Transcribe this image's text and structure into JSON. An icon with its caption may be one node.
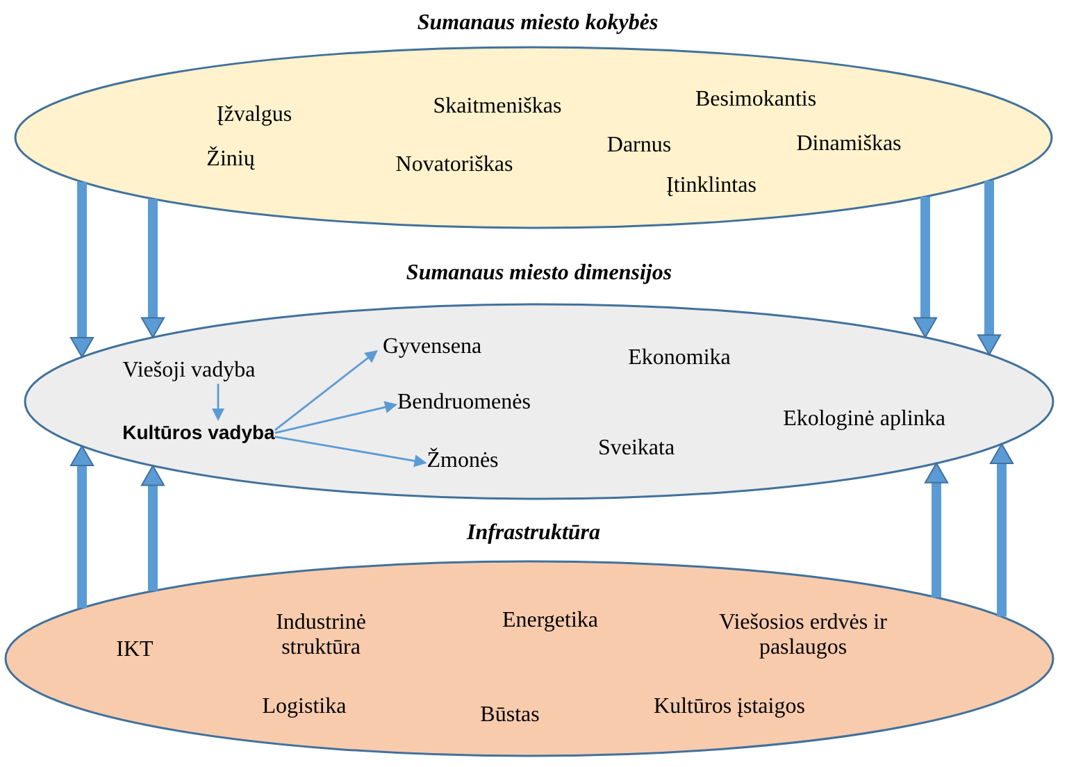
{
  "diagram": {
    "nodes": [
      {
        "text": [
          "Sumanaus miesto kokybės",
          "Įžvalgus",
          "Žinių",
          "Skaitmeniškas",
          "Novatoriškas",
          "Darnus",
          "Įtinklintas",
          "Besimokantis",
          "Dinamiškas"
        ]
      },
      {
        "text": [
          "Sumanaus miesto dimensijos",
          "Ekonomika",
          "Sveikata",
          "Ekologinė aplinka"
        ]
      },
      {
        "text": [
          "Viešoji vadyba"
        ],
        "in": 1
      },
      {
        "text": [
          "Kultūros vadyba"
        ],
        "in": 1
      },
      {
        "text": [
          "Gyvensena"
        ],
        "in": 1
      },
      {
        "text": [
          "Bendruomenės"
        ],
        "in": 1
      },
      {
        "text": [
          "Žmonės"
        ],
        "in": 1
      },
      {
        "text": [
          "Infrastruktūra",
          "IKT",
          "Industrinė struktūra",
          "Energetika",
          "Viešosios erdvės ir paslaugos",
          "Logistika",
          "Būstas",
          "Kultūros įstaigos"
        ]
      }
    ],
    "edges": [
      {
        "from": 0,
        "to": 1,
        "arrow": "to"
      },
      {
        "from": 0,
        "to": 1,
        "arrow": "to"
      },
      {
        "from": 0,
        "to": 1,
        "arrow": "to"
      },
      {
        "from": 0,
        "to": 1,
        "arrow": "to"
      },
      {
        "from": 7,
        "to": 1,
        "arrow": "to"
      },
      {
        "from": 7,
        "to": 1,
        "arrow": "to"
      },
      {
        "from": 7,
        "to": 1,
        "arrow": "to"
      },
      {
        "from": 7,
        "to": 1,
        "arrow": "to"
      },
      {
        "from": 2,
        "to": 3,
        "arrow": "to"
      },
      {
        "from": 3,
        "to": 4,
        "arrow": "to"
      },
      {
        "from": 3,
        "to": 5,
        "arrow": "to"
      },
      {
        "from": 3,
        "to": 6,
        "arrow": "to"
      }
    ]
  }
}
